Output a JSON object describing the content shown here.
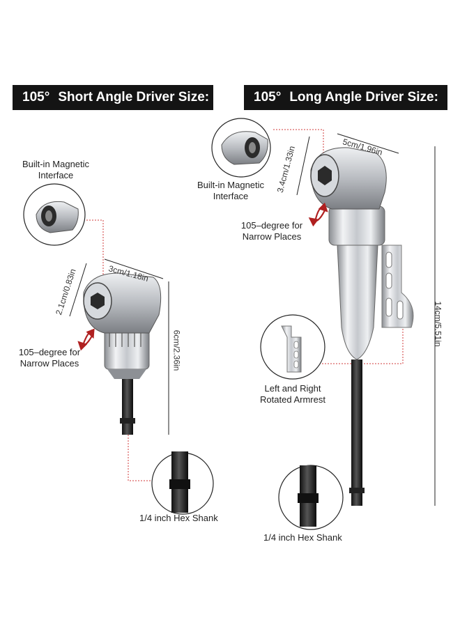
{
  "short_section": {
    "degree": "105°",
    "title": "Short Angle Driver Size:",
    "magnetic_label": [
      "Built-in Magnetic",
      "Interface"
    ],
    "narrow_label": [
      "105–degree for",
      "Narrow Places"
    ],
    "head_height": "2.1cm/0.83in",
    "head_width": "3cm/1.18in",
    "total_height": "6cm/2.36in",
    "shank_label": "1/4 inch Hex Shank"
  },
  "long_section": {
    "degree": "105°",
    "title": "Long Angle Driver Size:",
    "magnetic_label": [
      "Built-in Magnetic",
      "Interface"
    ],
    "narrow_label": [
      "105–degree for",
      "Narrow Places"
    ],
    "head_height": "3.4cm/1.33in",
    "head_width": "5cm/1.96in",
    "total_height": "14cm/5.51in",
    "armrest_label": [
      "Left and Right",
      "Rotated Armrest"
    ],
    "shank_label": "1/4 inch Hex Shank"
  },
  "colors": {
    "banner_bg": "#141414",
    "guide_line": "#d23a3a",
    "arrow": "#b02020",
    "metal": "#c9ccd1",
    "shank": "#1e1e1e"
  }
}
